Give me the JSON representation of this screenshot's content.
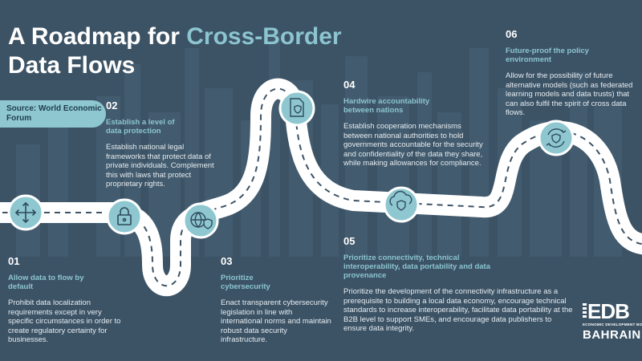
{
  "title": {
    "part1": "A Roadmap for ",
    "part2": "Cross-Border",
    "line2": "Data Flows"
  },
  "source": "Source: World Economic Forum",
  "steps": [
    {
      "num": "01",
      "head": "Allow data to flow by default",
      "body": "Prohibit data localization requirements except in very specific circumstances in order to create regulatory certainty for businesses."
    },
    {
      "num": "02",
      "head": "Establish a level of data protection",
      "body": "Establish national legal frameworks that protect data of private individuals. Complement this with laws that protect proprietary rights."
    },
    {
      "num": "03",
      "head": "Prioritize cybersecurity",
      "body": "Enact transparent cybersecurity legislation in line with international norms and maintain robust data security infrastructure."
    },
    {
      "num": "04",
      "head": "Hardwire accountability between nations",
      "body": "Establish cooperation mechanisms between national authorities to hold governments accountable for the security and confidentiality of the data they share, while making allowances for compliance."
    },
    {
      "num": "05",
      "head": "Prioritize connectivity, technical interoperability, data portability and data provenance",
      "body": "Prioritize the development of the connectivity infrastructure as a prerequisite to building a local data economy, encourage technical standards to increase interoperability, facilitate data portability at the B2B level to support SMEs, and encourage data publishers to ensure data integrity."
    },
    {
      "num": "06",
      "head": "Future-proof the policy environment",
      "body": "Allow for the possibility of future alternative models (such as federated learning models and data trusts) that can also fulfil the spirit of cross data flows."
    }
  ],
  "icons": [
    "arrows-expand-icon",
    "lock-icon",
    "globe-shield-icon",
    "document-shield-icon",
    "cloud-shield-icon",
    "cycle-shield-icon"
  ],
  "logo": {
    "mark": "EDB",
    "sub": "ECONOMIC DEVELOPMENT BOARD",
    "country": "BAHRAIN"
  },
  "colors": {
    "background": "#3c5366",
    "accent": "#8cc5cf",
    "road": "#ffffff",
    "circle": "#8ec7d0"
  }
}
